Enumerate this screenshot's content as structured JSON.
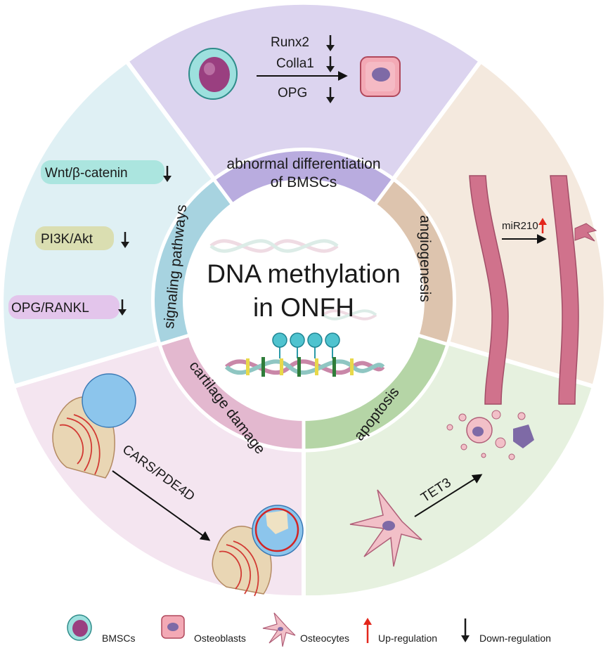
{
  "center": {
    "line1": "DNA methylation",
    "line2": "in ONFH"
  },
  "sectors": {
    "differentiation": {
      "label_line1": "abnormal differentiation",
      "label_line2": "of BMSCs",
      "markers": [
        "Runx2",
        "Colla1",
        "OPG"
      ],
      "marker_trends": [
        "down",
        "down",
        "down"
      ],
      "fill": "#dcd4ef",
      "ring_fill": "#b9acdf"
    },
    "angiogenesis": {
      "label": "angiogenesis",
      "marker": "miR210",
      "marker_trend": "up",
      "fill": "#f4e9de",
      "ring_fill": "#ddc4ae"
    },
    "apoptosis": {
      "label": "apoptosis",
      "marker": "TET3",
      "fill": "#e6f1df",
      "ring_fill": "#b5d5a6"
    },
    "cartilage": {
      "label": "cartilage damage",
      "marker": "CARS/PDE4D",
      "fill": "#f4e5f0",
      "ring_fill": "#e3b8cf"
    },
    "signaling": {
      "label": "signaling pathways",
      "markers": [
        "Wnt/β-catenin",
        "PI3K/Akt",
        "OPG/RANKL"
      ],
      "marker_trends": [
        "down",
        "down",
        "down"
      ],
      "fill": "#dff0f4",
      "ring_fill": "#a7d3e0"
    }
  },
  "legend": [
    {
      "icon": "bmsc-icon",
      "label": "BMSCs"
    },
    {
      "icon": "osteoblast-icon",
      "label": "Osteoblasts"
    },
    {
      "icon": "osteocyte-icon",
      "label": "Osteocytes"
    },
    {
      "icon": "up-arrow-icon",
      "label": "Up-regulation"
    },
    {
      "icon": "down-arrow-icon",
      "label": "Down-regulation"
    }
  ],
  "colors": {
    "up": "#e3261b",
    "down": "#1a1a1a",
    "vessel": "#d0728c",
    "bmsc_body": "#9de0de",
    "bmsc_nucleus": "#9a3f80",
    "osteoblast": "#f3a9b5",
    "osteocyte": "#f2c0c8"
  }
}
